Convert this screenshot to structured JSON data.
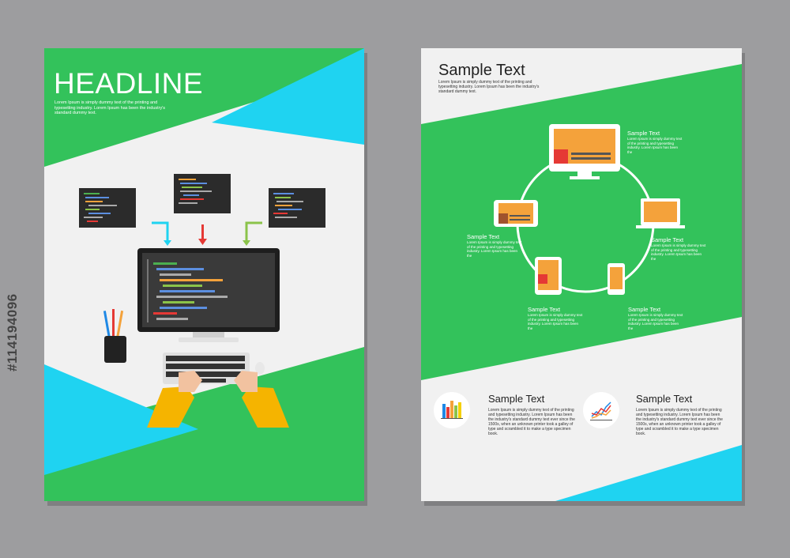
{
  "left": {
    "headline": "HEADLINE",
    "lorem": "Lorem Ipsum is simply dummy text of the printing and typesetting industry. Lorem Ipsum has been the industry's standard dummy text."
  },
  "right": {
    "title": "Sample Text",
    "title_lorem": "Lorem Ipsum is simply dummy text of the printing and typesetting industry. Lorem Ipsum has been the industry's standard dummy text.",
    "device_labels": [
      {
        "label": "Sample Text",
        "lorem": "Lorem Ipsum is simply dummy text of the printing and typesetting industry. Lorem Ipsum has been the"
      },
      {
        "label": "Sample Text",
        "lorem": "Lorem Ipsum is simply dummy text of the printing and typesetting industry. Lorem Ipsum has been the"
      },
      {
        "label": "Sample Text",
        "lorem": "Lorem Ipsum is simply dummy text of the printing and typesetting industry. Lorem Ipsum has been the"
      },
      {
        "label": "Sample Text",
        "lorem": "Lorem Ipsum is simply dummy text of the printing and typesetting industry. Lorem Ipsum has been the"
      },
      {
        "label": "Sample Text",
        "lorem": "Lorem Ipsum is simply dummy text of the printing and typesetting industry. Lorem Ipsum has been the"
      }
    ],
    "features": [
      {
        "title": "Sample Text",
        "lorem": "Lorem Ipsum is simply dummy text of the printing and typesetting industry. Lorem Ipsum has been the industry's standard dummy text ever since the 1500s, when an unknown printer took a galley of type and scrambled it to make a type specimen book."
      },
      {
        "title": "Sample Text",
        "lorem": "Lorem Ipsum is simply dummy text of the printing and typesetting industry. Lorem Ipsum has been the industry's standard dummy text ever since the 1500s, when an unknown printer took a galley of type and scrambled it to make a type specimen book."
      }
    ]
  },
  "watermark": "#114194096",
  "colors": {
    "green": "#33c25b",
    "cyan": "#1fd3f1",
    "light": "#f1f1f1",
    "dark": "#2b2b2b",
    "orange": "#f4a23b"
  }
}
